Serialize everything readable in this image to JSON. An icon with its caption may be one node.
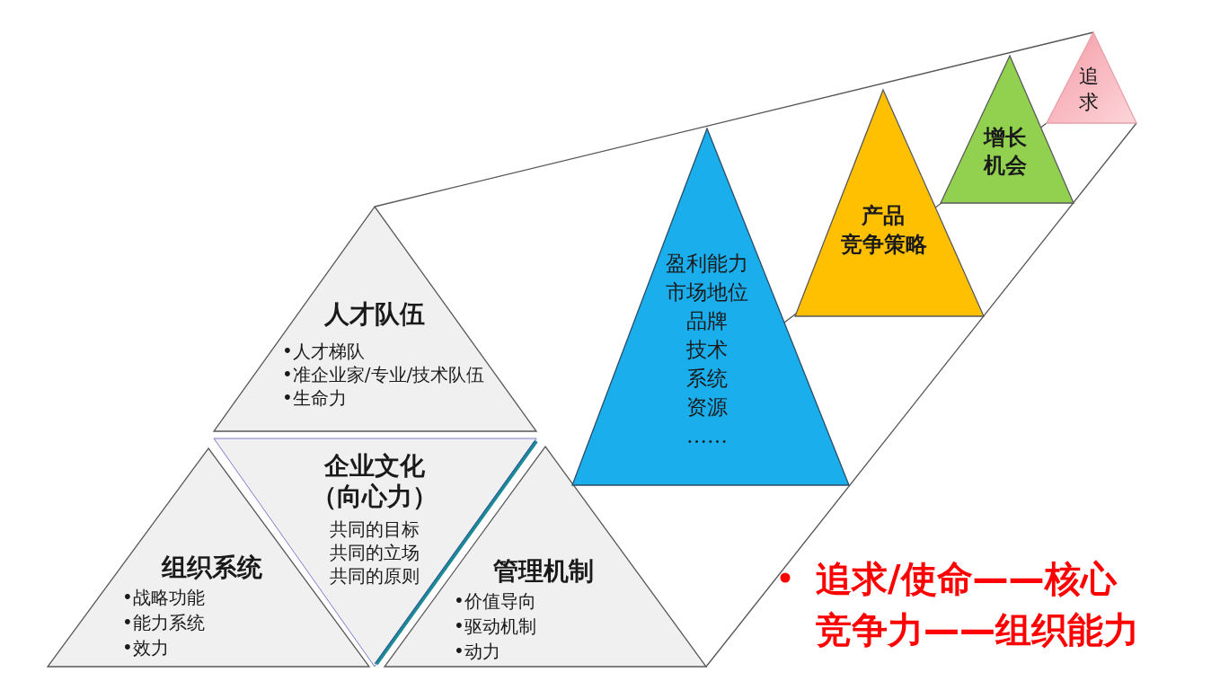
{
  "diagram": {
    "nodes": [
      {
        "text": [
          "人才队伍",
          "•人才梯队",
          "•准企业家/专业/技术队伍",
          "•生命力"
        ]
      },
      {
        "text": [
          "组织系统",
          "•战略功能",
          "•能力系统",
          "•效力"
        ]
      },
      {
        "text": [
          "企业文化（向心力）",
          "共同的目标",
          "共同的立场",
          "共同的原则"
        ]
      },
      {
        "text": [
          "管理机制",
          "•价值导向",
          "•驱动机制",
          "•动力"
        ]
      },
      {
        "text": [
          "盈利能力",
          "市场地位",
          "品牌",
          "技术",
          "系统",
          "资源",
          "……"
        ]
      },
      {
        "text": [
          "产品",
          "竞争策略"
        ]
      },
      {
        "text": [
          "增长机会"
        ]
      },
      {
        "text": [
          "追求"
        ]
      }
    ],
    "labels": [
      "追求/使命——核心",
      "竞争力——组织能力"
    ]
  }
}
